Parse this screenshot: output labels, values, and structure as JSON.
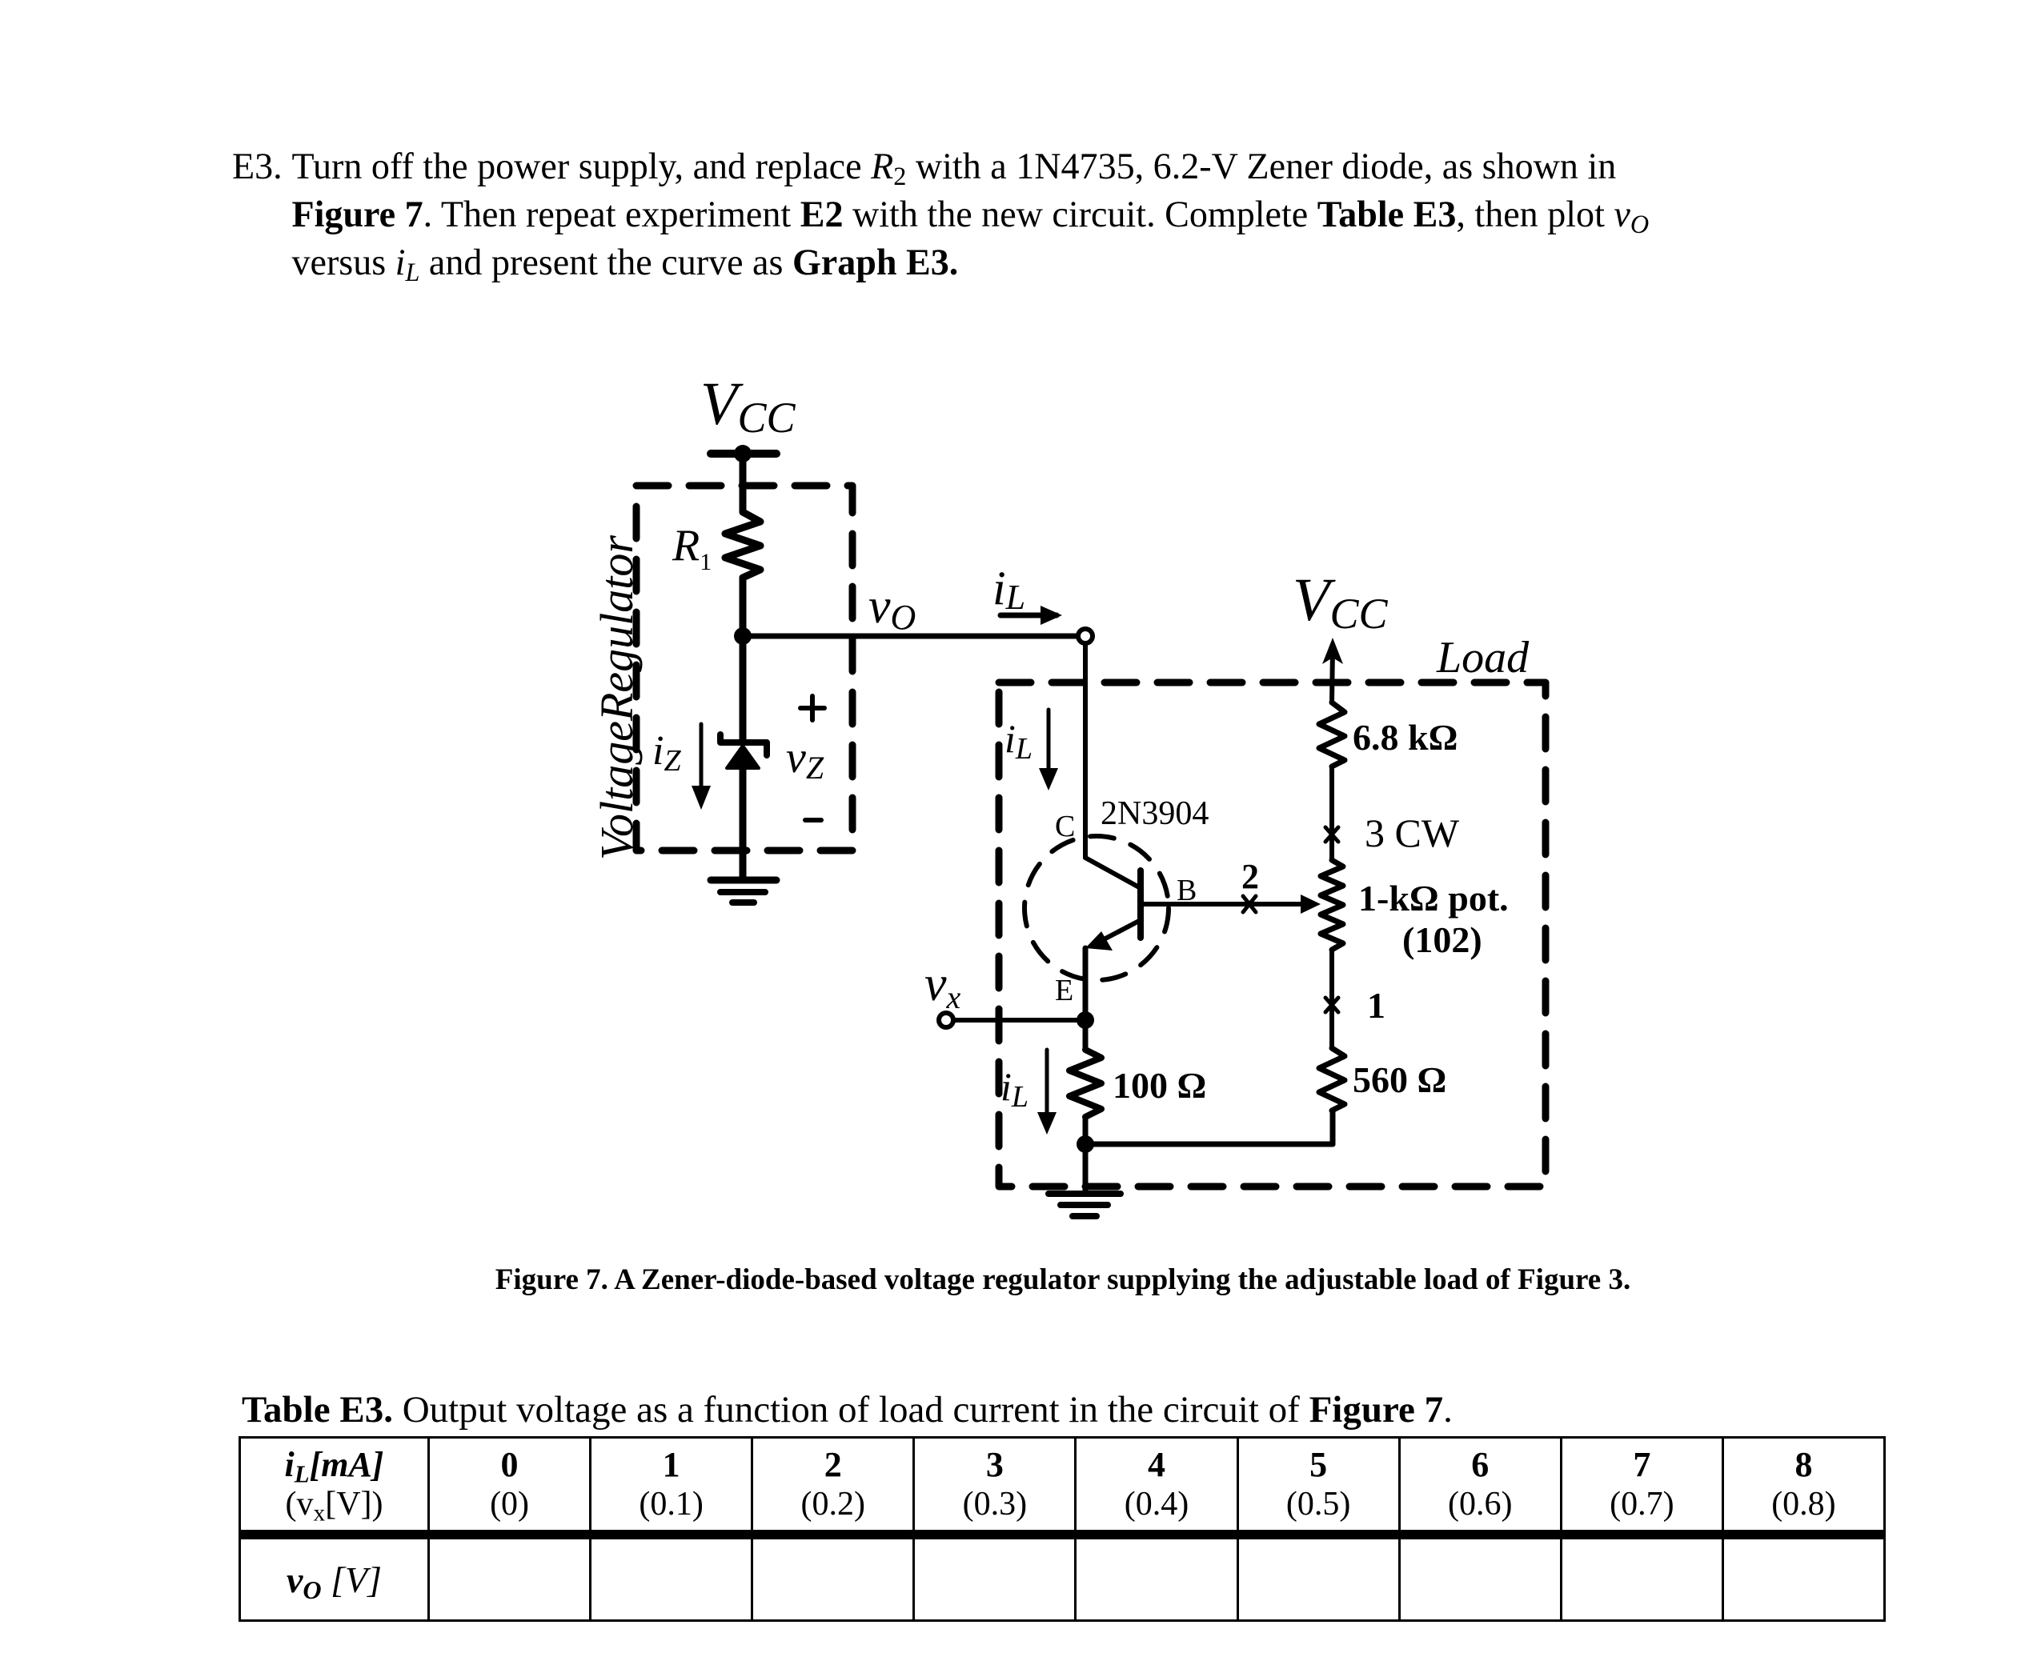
{
  "instructions": {
    "label": "E3.",
    "line1": [
      "Turn off the power supply, and replace ",
      "R",
      "2",
      " with a 1N4735, 6.2-V Zener diode, as shown in"
    ],
    "line2": [
      "Figure 7",
      ". Then repeat experiment ",
      "E2",
      " with the new circuit. Complete ",
      "Table E3",
      ", then plot ",
      "v",
      "O"
    ],
    "line3": [
      "versus ",
      "i",
      "L",
      " and present the curve as ",
      "Graph E3."
    ]
  },
  "figure": {
    "regulator_label": "VoltageRegulator",
    "vcc_left": {
      "main": "V",
      "sub": "CC"
    },
    "vcc_right": {
      "main": "V",
      "sub": "CC"
    },
    "r1": {
      "main": "R",
      "sub": "1"
    },
    "vo": {
      "main": "v",
      "sub": "O"
    },
    "iz": {
      "main": "i",
      "sub": "Z"
    },
    "vz": {
      "main": "v",
      "sub": "Z"
    },
    "vz_plus": "+",
    "vz_minus": "-",
    "il_top": {
      "main": "i",
      "sub": "L"
    },
    "il_collector": {
      "main": "i",
      "sub": "L"
    },
    "il_emitter": {
      "main": "i",
      "sub": "L"
    },
    "vx": {
      "main": "v",
      "sub": "x"
    },
    "load_label": "Load",
    "transistor": {
      "part": "2N3904",
      "collector": "C",
      "base": "B",
      "emitter": "E"
    },
    "resistor_top": "6.8 kΩ",
    "pot_pin3": "3 CW",
    "pot_pin2": "2",
    "pot_pin1": "1",
    "pot_label": "1-kΩ pot.",
    "pot_code": "(102)",
    "resistor_bottom": "560 Ω",
    "resistor_emitter": "100 Ω"
  },
  "figure_caption": "Figure 7. A Zener-diode-based voltage regulator supplying the adjustable load of Figure 3.",
  "table_caption": {
    "bold": "Table E3.",
    "text": " Output voltage as a function of load current in the circuit of ",
    "bold2": "Figure 7",
    "end": "."
  },
  "table": {
    "row1_header_top": "i_L[mA]",
    "row1_header_top_parts": {
      "main": "i",
      "sub": "L",
      "rest": "[mA]"
    },
    "row1_header_bottom_parts": {
      "open": "(v",
      "sub": "x",
      "rest": "[V])"
    },
    "row2_header_parts": {
      "main": "v",
      "sub": "O",
      "rest": " [V]"
    },
    "columns": [
      {
        "il": "0",
        "vx": "(0)",
        "vo": ""
      },
      {
        "il": "1",
        "vx": "(0.1)",
        "vo": ""
      },
      {
        "il": "2",
        "vx": "(0.2)",
        "vo": ""
      },
      {
        "il": "3",
        "vx": "(0.3)",
        "vo": ""
      },
      {
        "il": "4",
        "vx": "(0.4)",
        "vo": ""
      },
      {
        "il": "5",
        "vx": "(0.5)",
        "vo": ""
      },
      {
        "il": "6",
        "vx": "(0.6)",
        "vo": ""
      },
      {
        "il": "7",
        "vx": "(0.7)",
        "vo": ""
      },
      {
        "il": "8",
        "vx": "(0.8)",
        "vo": ""
      }
    ]
  }
}
